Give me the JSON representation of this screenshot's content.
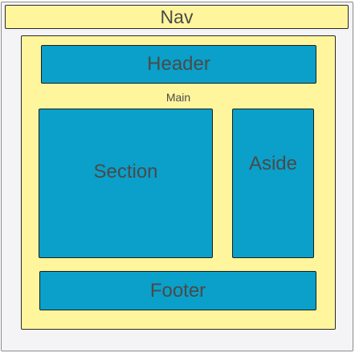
{
  "diagram": {
    "nav": "Nav",
    "main": "Main",
    "header": "Header",
    "section": "Section",
    "aside": "Aside",
    "footer": "Footer"
  },
  "colors": {
    "container_fill": "#fff59d",
    "block_fill": "#0aa0c9",
    "text": "#4a4a4a",
    "outer_frame": "#f4f4f6"
  }
}
